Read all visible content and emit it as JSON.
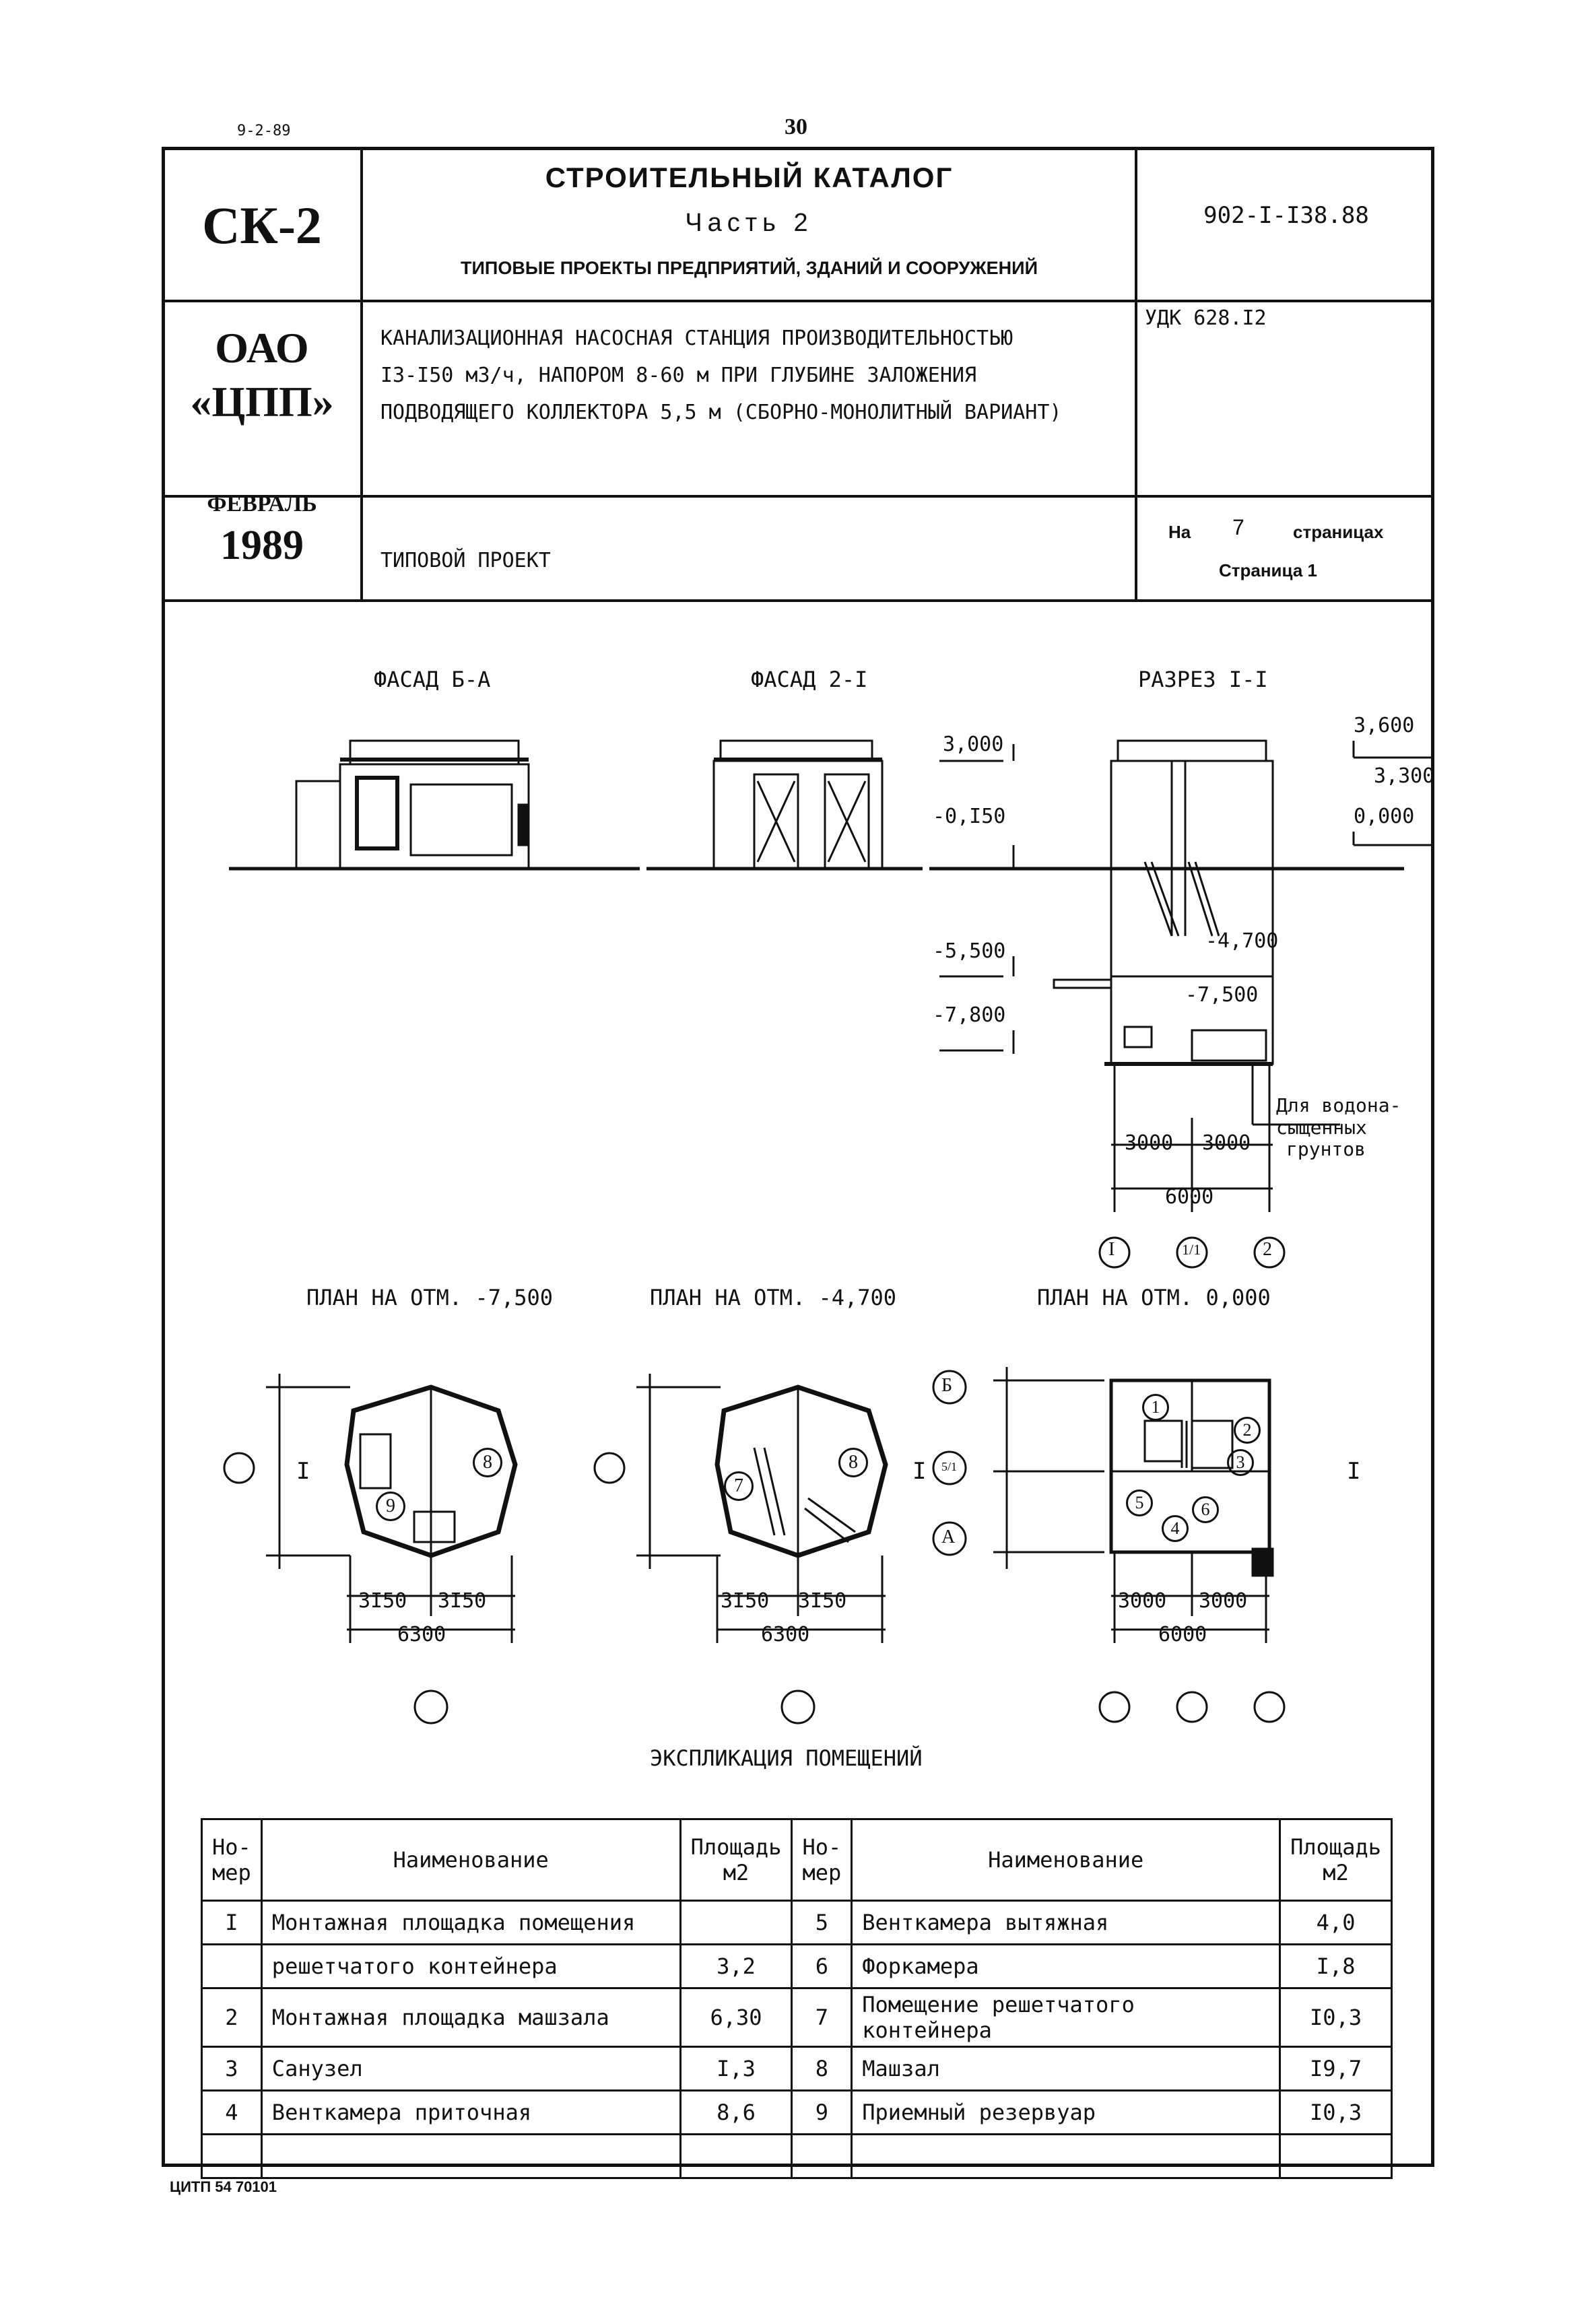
{
  "page": {
    "date": "9-2-89",
    "number": "30",
    "footer_code": "ЦИТП 54 70101"
  },
  "header": {
    "series": "СК-2",
    "catalog_title": "СТРОИТЕЛЬНЫЙ КАТАЛОГ",
    "part": "Часть 2",
    "subtitle": "ТИПОВЫЕ ПРОЕКТЫ ПРЕДПРИЯТИЙ, ЗДАНИЙ И СООРУЖЕНИЙ",
    "project_code": "902-I-I38.88",
    "org_line1": "ОАО",
    "org_line2": "«ЦПП»",
    "udk": "УДК 628.I2",
    "description_line1": "КАНАЛИЗАЦИОННАЯ НАСОСНАЯ СТАНЦИЯ ПРОИЗВОДИТЕЛЬНОСТЬЮ",
    "description_line2": "I3-I50 м3/ч, НАПОРОМ 8-60 м ПРИ ГЛУБИНЕ ЗАЛОЖЕНИЯ",
    "description_line3": "ПОДВОДЯЩЕГО КОЛЛЕКТОРА 5,5 м (СБОРНО-МОНОЛИТНЫЙ ВАРИАНТ)",
    "month": "ФЕВРАЛЬ",
    "year": "1989",
    "project_type": "ТИПОВОЙ ПРОЕКТ",
    "pages_prefix": "На",
    "pages_count": "7",
    "pages_suffix": "страницах",
    "current_page": "Страница 1"
  },
  "drawings": {
    "facade1_title": "ФАСАД Б-А",
    "facade2_title": "ФАСАД 2-I",
    "section_title": "РАЗРЕЗ I-I",
    "section_marks": [
      "3,000",
      "-0,I50",
      "-5,500",
      "-7,800",
      "3,600",
      "3,300",
      "0,000",
      "-4,700",
      "-7,500"
    ],
    "section_note_line1": "Для водона-",
    "section_note_line2": "сыщенных",
    "section_note_line3": "грунтов",
    "section_dims": [
      "3000",
      "3000",
      "6000"
    ],
    "axes": [
      "I",
      "1/1",
      "2"
    ],
    "plan1_title": "ПЛАН НА ОТМ. -7,500",
    "plan2_title": "ПЛАН НА ОТМ. -4,700",
    "plan3_title": "ПЛАН НА ОТМ. 0,000",
    "plan_dims_a": [
      "3I50",
      "3I50",
      "6300"
    ],
    "plan_dims_b": [
      "3000",
      "3000",
      "6000"
    ],
    "plan_axis_letters": [
      "Б",
      "5/1",
      "А"
    ],
    "section_marker": "I",
    "room_numbers": [
      "1",
      "2",
      "3",
      "4",
      "5",
      "6",
      "7",
      "8",
      "9"
    ]
  },
  "explication": {
    "title": "ЭКСПЛИКАЦИЯ ПОМЕЩЕНИЙ",
    "headers": {
      "num_line1": "Но-",
      "num_line2": "мер",
      "name": "Наименование",
      "area_line1": "Площадь",
      "area_line2": "м2"
    },
    "rows": [
      [
        "I",
        "Монтажная площадка помещения",
        "",
        "5",
        "Венткамера вытяжная",
        "4,0"
      ],
      [
        "",
        "решетчатого контейнера",
        "3,2",
        "6",
        "Форкамера",
        "I,8"
      ],
      [
        "2",
        "Монтажная площадка машзала",
        "6,30",
        "7",
        "Помещение решетчатого контейнера",
        "I0,3"
      ],
      [
        "3",
        "Санузел",
        "I,3",
        "8",
        "Машзал",
        "I9,7"
      ],
      [
        "4",
        "Венткамера приточная",
        "8,6",
        "9",
        "Приемный резервуар",
        "I0,3"
      ],
      [
        "",
        "",
        "",
        "",
        "",
        ""
      ]
    ]
  }
}
